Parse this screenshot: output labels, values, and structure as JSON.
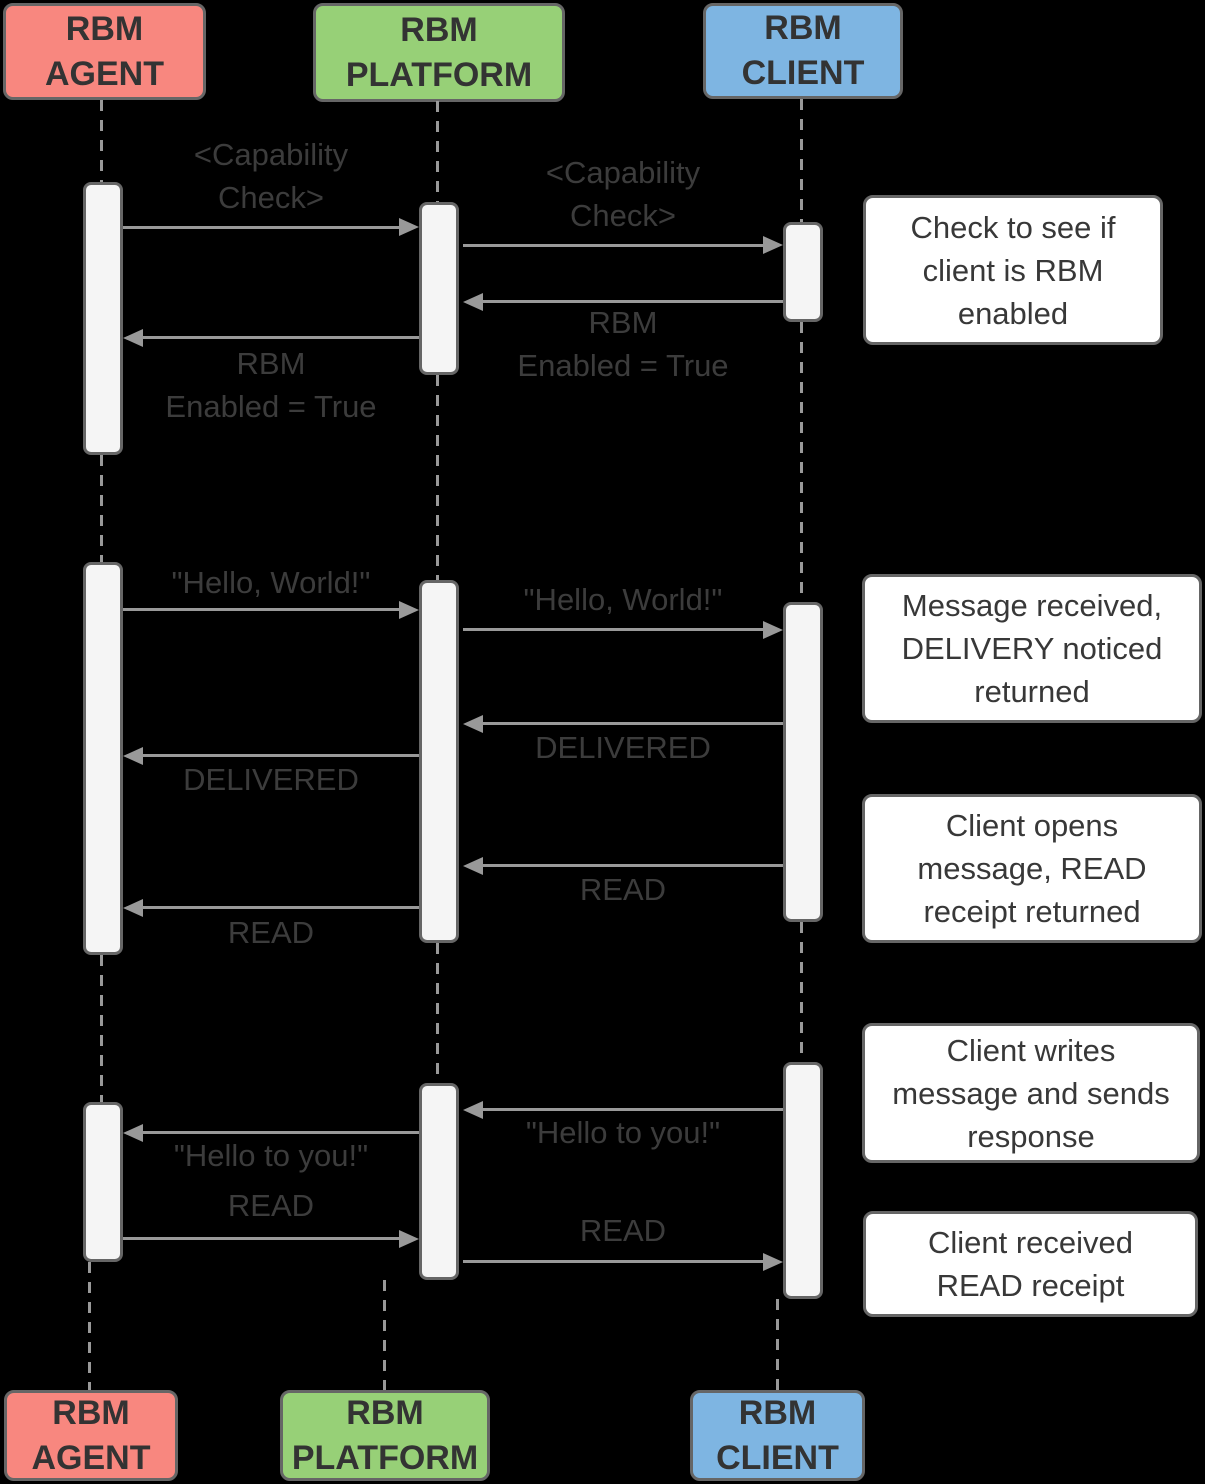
{
  "background": "#000000",
  "palette": {
    "agent_fill": "#F8877F",
    "platform_fill": "#97D077",
    "client_fill": "#7EB5E2",
    "activation_bar_fill": "#F5F5F5",
    "border_color": "#666666",
    "line_color": "#999999",
    "message_label_color": "#3C3C3C",
    "actor_text_color": "#333333",
    "note_fill": "#FFFFFF"
  },
  "actors": {
    "agent": {
      "label": "RBM AGENT"
    },
    "platform": {
      "label": "RBM PLATFORM"
    },
    "client": {
      "label": "RBM CLIENT"
    }
  },
  "messages": [
    {
      "label": "<Capability Check>",
      "lines": [
        "<Capability",
        "Check>"
      ],
      "from": "agent",
      "to": "platform"
    },
    {
      "label": "<Capability Check>",
      "lines": [
        "<Capability",
        "Check>"
      ],
      "from": "platform",
      "to": "client"
    },
    {
      "label": "RBM Enabled = True",
      "lines": [
        "RBM",
        "Enabled = True"
      ],
      "from": "client",
      "to": "platform"
    },
    {
      "label": "RBM Enabled = True",
      "lines": [
        "RBM",
        "Enabled = True"
      ],
      "from": "platform",
      "to": "agent"
    },
    {
      "label": "\"Hello, World!\"",
      "lines": [
        "\"Hello, World!\""
      ],
      "from": "agent",
      "to": "platform"
    },
    {
      "label": "\"Hello, World!\"",
      "lines": [
        "\"Hello, World!\""
      ],
      "from": "platform",
      "to": "client"
    },
    {
      "label": "DELIVERED",
      "lines": [
        "DELIVERED"
      ],
      "from": "client",
      "to": "platform"
    },
    {
      "label": "DELIVERED",
      "lines": [
        "DELIVERED"
      ],
      "from": "platform",
      "to": "agent"
    },
    {
      "label": "READ",
      "lines": [
        "READ"
      ],
      "from": "client",
      "to": "platform"
    },
    {
      "label": "READ",
      "lines": [
        "READ"
      ],
      "from": "platform",
      "to": "agent"
    },
    {
      "label": "\"Hello to you!\"",
      "lines": [
        "\"Hello to you!\""
      ],
      "from": "client",
      "to": "platform"
    },
    {
      "label": "\"Hello to you!\"",
      "lines": [
        "\"Hello to you!\""
      ],
      "from": "platform",
      "to": "agent"
    },
    {
      "label": "READ",
      "lines": [
        "READ"
      ],
      "from": "agent",
      "to": "platform"
    },
    {
      "label": "READ",
      "lines": [
        "READ"
      ],
      "from": "platform",
      "to": "client"
    }
  ],
  "notes": [
    {
      "text": "Check to see if client is RBM enabled",
      "lines": [
        "Check to see if",
        "client is RBM",
        "enabled"
      ]
    },
    {
      "text": "Message received, DELIVERY noticed returned",
      "lines": [
        "Message received,",
        "DELIVERY noticed",
        "returned"
      ]
    },
    {
      "text": "Client opens message, READ receipt returned",
      "lines": [
        "Client opens",
        "message, READ",
        "receipt returned"
      ]
    },
    {
      "text": "Client writes message and sends response",
      "lines": [
        "Client writes",
        "message and sends",
        "response"
      ]
    },
    {
      "text": "Client received READ receipt",
      "lines": [
        "Client received",
        "READ receipt"
      ]
    }
  ]
}
